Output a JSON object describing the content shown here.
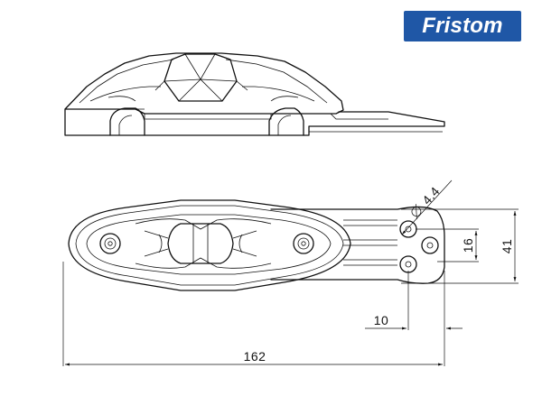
{
  "logo": {
    "text": "Fristom",
    "color": "#1f57a6"
  },
  "dimensions": {
    "hole_diameter": "4.4",
    "hole_spacing": "16",
    "base_width": "41",
    "offset": "10",
    "overall_length": "162"
  }
}
